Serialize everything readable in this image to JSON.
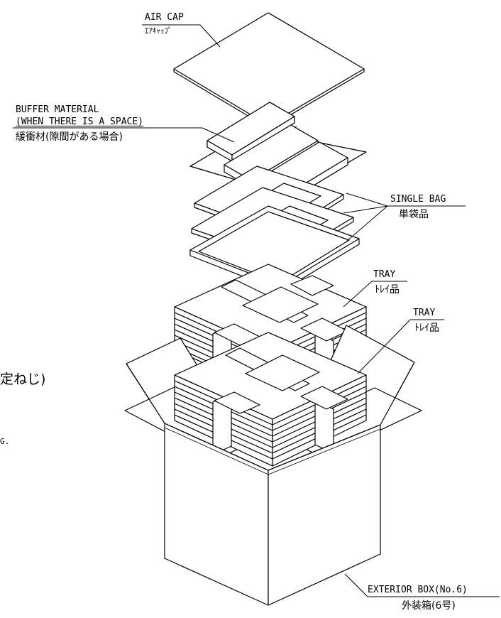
{
  "labels": {
    "air_cap": {
      "en": "AIR CAP",
      "jp": "ｴｱｷｬｯﾌﾟ"
    },
    "buffer_material": {
      "en_line1": "BUFFER MATERIAL",
      "en_line2": "(WHEN THERE IS A SPACE)",
      "jp": "緩衝材(隙間がある場合)"
    },
    "single_bag": {
      "en": "SINGLE BAG",
      "jp": "単袋品"
    },
    "tray_upper": {
      "en": "TRAY",
      "jp": "ﾄﾚｲ品"
    },
    "tray_lower": {
      "en": "TRAY",
      "jp": "ﾄﾚｲ品"
    },
    "exterior_box": {
      "en": "EXTERIOR BOX(No.6)",
      "jp": "外装箱(6号)"
    }
  },
  "left_fragments": {
    "jp_fragment": "定ねじ)",
    "en_fragment": "G."
  }
}
